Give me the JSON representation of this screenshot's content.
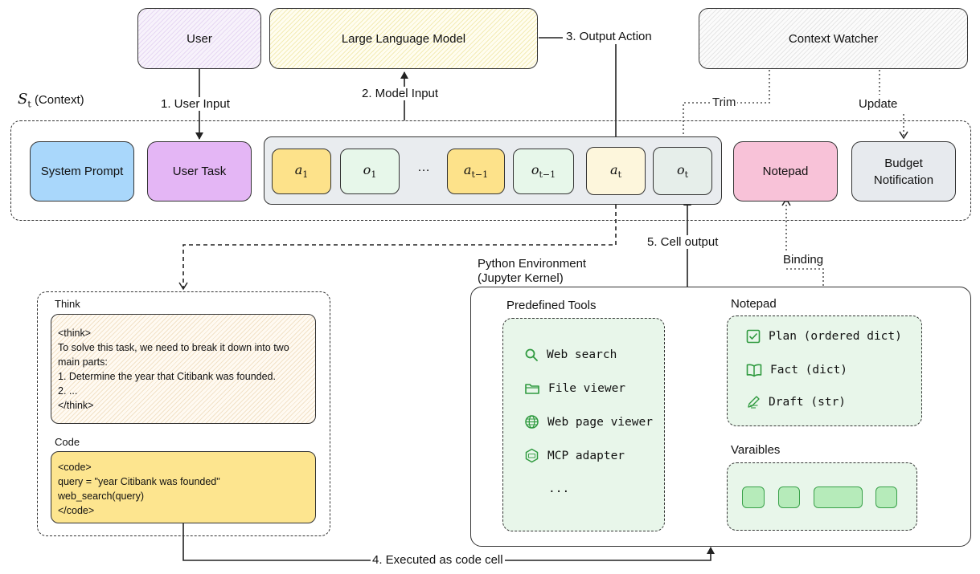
{
  "top": {
    "user": "User",
    "llm": "Large Language Model",
    "watcher": "Context Watcher"
  },
  "context_label_prefix": "S",
  "context_label_sub": "t",
  "context_label_suffix": "(Context)",
  "edges": {
    "user_input": "1. User Input",
    "model_input": "2. Model Input",
    "output_action": "3. Output Action",
    "executed": "4. Executed as code cell",
    "cell_output": "5. Cell output",
    "trim": "Trim",
    "update": "Update",
    "binding": "Binding"
  },
  "context": {
    "system_prompt": "System Prompt",
    "user_task": "User Task",
    "history": [
      {
        "sym": "a",
        "sub": "1"
      },
      {
        "sym": "o",
        "sub": "1"
      },
      {
        "sym": "…",
        "sub": ""
      },
      {
        "sym": "a",
        "sub": "t−1"
      },
      {
        "sym": "o",
        "sub": "t−1"
      }
    ],
    "current": [
      {
        "sym": "a",
        "sub": "t"
      },
      {
        "sym": "o",
        "sub": "t"
      }
    ],
    "notepad": "Notepad",
    "budget": "Budget Notification"
  },
  "action_panel": {
    "think_title": "Think",
    "think_lines": [
      "<think>",
      "To solve this task, we need to break it down into two",
      "main parts:",
      "1. Determine the year that Citibank was founded.",
      "2. ...",
      "</think>"
    ],
    "code_title": "Code",
    "code_lines": [
      "<code>",
      "query = \"year Citibank was founded\"",
      "web_search(query)",
      "</code>"
    ]
  },
  "env": {
    "title_line1": "Python Environment",
    "title_line2": "(Jupyter Kernel)",
    "tools_title": "Predefined Tools",
    "tools": [
      {
        "icon": "search-icon",
        "label": "Web search"
      },
      {
        "icon": "folder-icon",
        "label": "File viewer"
      },
      {
        "icon": "globe-icon",
        "label": "Web page viewer"
      },
      {
        "icon": "mcp-icon",
        "label": "MCP adapter"
      },
      {
        "icon": "",
        "label": "..."
      }
    ],
    "notepad_title": "Notepad",
    "notepad_items": [
      {
        "icon": "checkbox-icon",
        "label": "Plan (ordered dict)"
      },
      {
        "icon": "book-icon",
        "label": "Fact (dict)"
      },
      {
        "icon": "pencil-icon",
        "label": "Draft (str)"
      }
    ],
    "variables_title": "Varaibles"
  },
  "colors": {
    "system_prompt": "#a9d7fb",
    "user_task": "#e4b6f5",
    "action": "#fde28a",
    "observation": "#e7f7ea",
    "notepad": "#f8c2d8",
    "budget": "#e7eaee",
    "tool_green": "#2f9a3f",
    "code_bg": "#fde58f"
  }
}
